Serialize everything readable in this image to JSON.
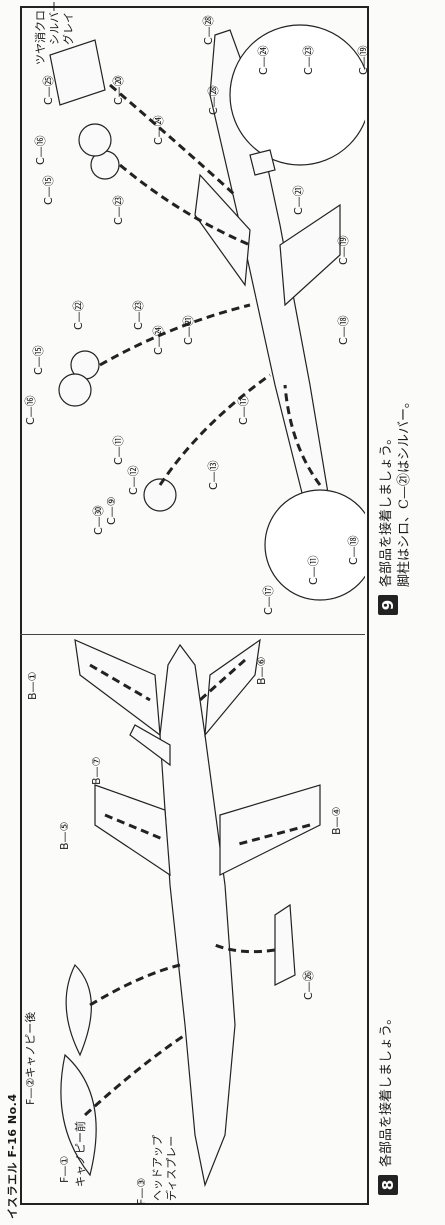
{
  "header": {
    "title": "イスラエル F-16  No.4"
  },
  "steps": [
    {
      "number": "8",
      "text": "各部品を接着しましょう。",
      "note": ""
    },
    {
      "number": "9",
      "text": "各部品を接着しましょう。",
      "note": "脚柱はシロ、C—㉑はシルバー。"
    }
  ],
  "labels_step8": {
    "f1": "F—①",
    "f1_name": "キャノピー前",
    "f2": "F—②キャノピー後",
    "f3": "F—③",
    "f3_name": "ヘッドアップ",
    "f3_name2": "ディスプレー",
    "b1": "B—①",
    "b4": "B—④",
    "b5": "B—⑤",
    "b6": "B—⑥",
    "b7": "B—⑦",
    "c26": "C—㉖"
  },
  "labels_step9": {
    "c9": "C—⑨",
    "c11": "C—⑪",
    "c11b": "C—⑪",
    "c12": "C—⑫",
    "c13": "C—⑬",
    "c15": "C—⑮",
    "c15b": "C—⑮",
    "c16": "C—⑯",
    "c16b": "C—⑯",
    "c17": "C—⑰",
    "c17b": "C—⑰",
    "c18": "C—⑱",
    "c18b": "C—⑱",
    "c19": "C—⑲",
    "c19b": "C—⑲",
    "c20": "C—⑳",
    "c21": "C—㉑",
    "c21b": "C—㉑",
    "c22": "C—㉒",
    "c23": "C—㉓",
    "c23b": "C—㉓",
    "c23c": "C—㉓",
    "c24": "C—㉔",
    "c24b": "C—㉔",
    "c24c": "C—㉔",
    "c25": "C—㉕",
    "c28": "C—㉘",
    "c28b": "C—㉘",
    "c30": "C—㉚",
    "tsuya": "ツヤ消クロ",
    "silver": "シルバー",
    "gray": "グレイ"
  }
}
